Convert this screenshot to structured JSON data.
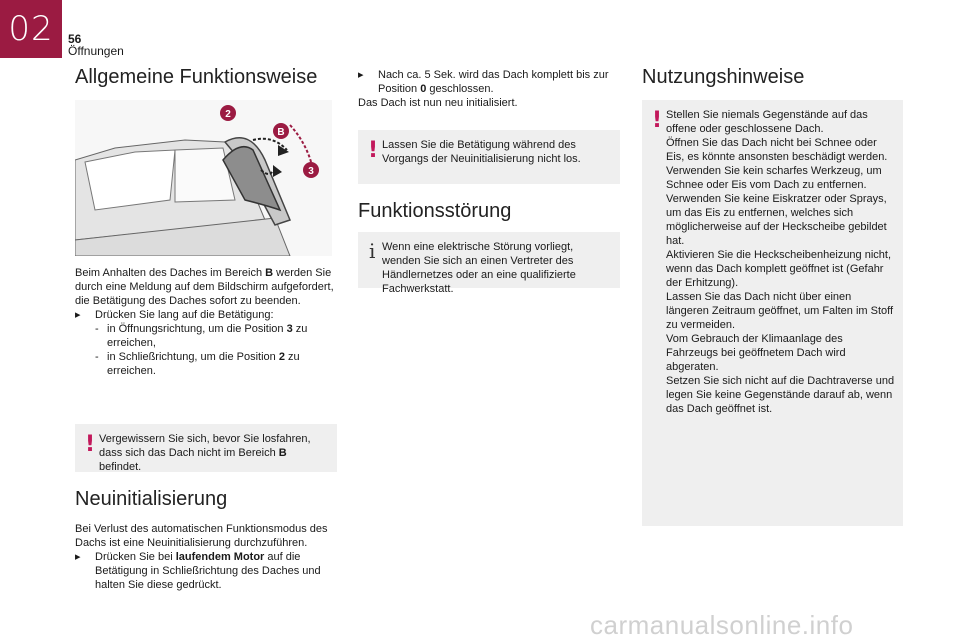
{
  "header": {
    "chapter": "02",
    "page_number": "56",
    "section": "Öffnungen"
  },
  "col1": {
    "title": "Allgemeine Funktionsweise",
    "figure_labels": {
      "b": "B",
      "two": "2",
      "three": "3"
    },
    "p1_a": "Beim Anhalten des Daches im Bereich ",
    "p1_b": "B",
    "p1_c": " werden Sie durch eine Meldung auf dem Bildschirm aufgefordert, die Betätigung des Daches sofort zu beenden.",
    "bullet1": "Drücken Sie lang auf die Betätigung:",
    "sub1_a": "in Öffnungsrichtung, um die Position ",
    "sub1_b": "3",
    "sub1_c": " zu erreichen,",
    "sub2_a": "in Schließrichtung, um die Position ",
    "sub2_b": "2",
    "sub2_c": " zu erreichen.",
    "warning_a": "Vergewissern Sie sich, bevor Sie losfahren, dass sich das Dach nicht im Bereich ",
    "warning_b": "B",
    "warning_c": " befindet.",
    "title2": "Neuinitialisierung",
    "p2": "Bei Verlust des automatischen Funktionsmodus des Dachs ist eine Neuinitialisierung durchzuführen.",
    "bullet2_a": "Drücken Sie bei ",
    "bullet2_b": "laufendem Motor",
    "bullet2_c": " auf die Betätigung in Schließrichtung des Daches und halten Sie diese gedrückt."
  },
  "col2": {
    "bullet_a": "Nach ca. 5 Sek. wird das Dach komplett bis zur Position ",
    "bullet_b": "0",
    "bullet_c": " geschlossen.",
    "line": "Das Dach ist nun neu initialisiert.",
    "warning": "Lassen Sie die Betätigung während des Vorgangs der Neuinitialisierung nicht los.",
    "title": "Funktionsstörung",
    "info": "Wenn eine elektrische Störung vorliegt, wenden Sie sich an einen Vertreter des Händlernetzes oder an eine qualifizierte Fachwerkstatt."
  },
  "col3": {
    "title": "Nutzungshinweise",
    "notes": [
      "Stellen Sie niemals Gegenstände auf das offene oder geschlossene Dach.",
      "Öffnen Sie das Dach nicht bei Schnee oder Eis, es könnte ansonsten beschädigt werden.",
      "Verwenden Sie kein scharfes Werkzeug, um Schnee oder Eis vom Dach zu entfernen.",
      "Verwenden Sie keine Eiskratzer oder Sprays, um das Eis zu entfernen, welches sich möglicherweise auf der Heckscheibe gebildet hat.",
      "Aktivieren Sie die Heckscheibenheizung nicht, wenn das Dach komplett geöffnet ist (Gefahr der Erhitzung).",
      "Lassen Sie das Dach nicht über einen längeren Zeitraum geöffnet, um Falten im Stoff zu vermeiden.",
      "Vom Gebrauch der Klimaanlage des Fahrzeugs bei geöffnetem Dach wird abgeraten.",
      "Setzen Sie sich nicht auf die Dachtraverse und legen Sie keine Gegenstände darauf ab, wenn das Dach geöffnet ist."
    ]
  },
  "watermark": "carmanualsonline.info"
}
